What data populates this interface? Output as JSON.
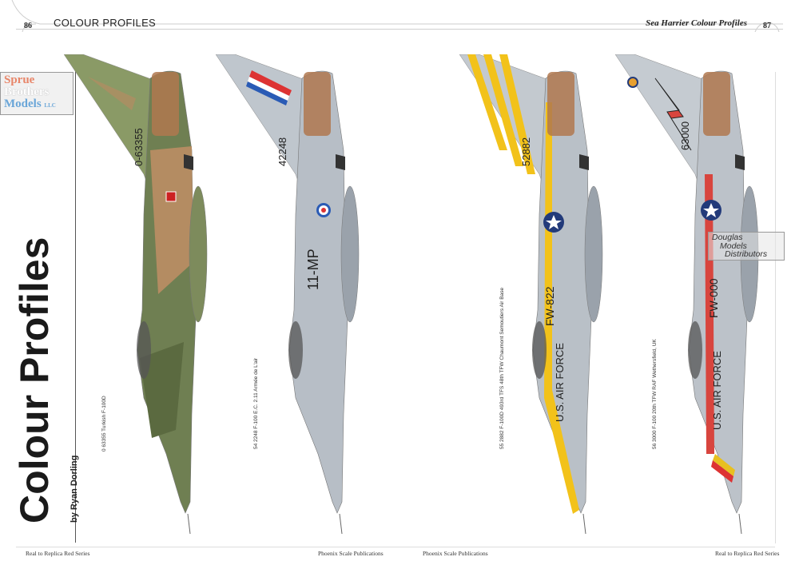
{
  "header": {
    "left_page_number": "86",
    "section_title": "COLOUR PROFILES",
    "right_running_title": "Sea Harrier Colour Profiles",
    "right_page_number": "87"
  },
  "title": {
    "text": "Colour Profiles",
    "byline": "by Ryan Dorling"
  },
  "profiles": [
    {
      "caption": "0 63355 Turkish F-100D",
      "fin_serial": "0-63355",
      "fuselage_code": "",
      "colors": {
        "body": "#6f7f52",
        "accent": "#b48c62",
        "fin": "#8a9a66"
      }
    },
    {
      "caption": "54 2248 F-100 E.C. 2.11 Armée de L'air",
      "fin_serial": "42248",
      "fuselage_code": "11-MP",
      "colors": {
        "body": "#b7bec6",
        "accent": "#c8ced4",
        "fin": "#bfc6cd"
      }
    },
    {
      "caption": "55 2882 F-100D 493rd TFS 48th TFW Chaumont Semoutiers Air Base",
      "fin_serial": "52882",
      "fuselage_code": "FW-822",
      "fuselage_text": "U.S. AIR FORCE",
      "colors": {
        "body": "#b9c0c7",
        "accent": "#f2c21a",
        "fin": "#c3c9cf"
      }
    },
    {
      "caption": "56 3000 F-100 20th TFW RAF Wethersfield, UK",
      "fin_serial": "63000",
      "fuselage_code": "FW-000",
      "fuselage_text": "U.S. AIR FORCE",
      "colors": {
        "body": "#bcc2c9",
        "accent": "#d8453e",
        "fin": "#c5cbd1"
      }
    }
  ],
  "watermarks": {
    "left": [
      "Sprue",
      "Brothers",
      "Models",
      "LLC"
    ],
    "right": [
      "Douglas",
      "Models",
      "Distributors"
    ]
  },
  "footer": {
    "left": "Real to Replica Red Series",
    "center_left": "Phoenix Scale Publications",
    "center_right": "Phoenix Scale Publications",
    "right": "Real to Replica Red Series"
  }
}
